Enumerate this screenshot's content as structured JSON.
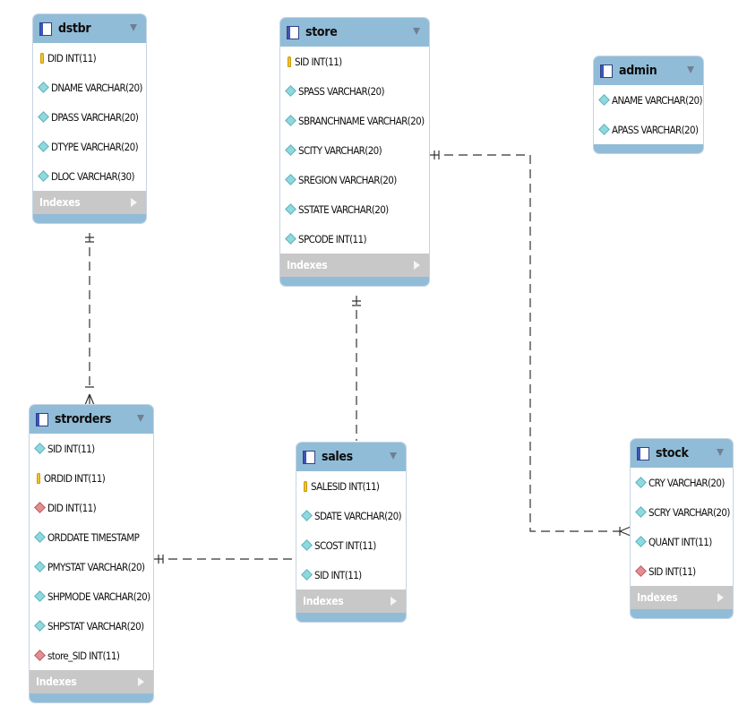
{
  "tables": {
    "dstbr": {
      "name": "dstbr",
      "columns": [
        {
          "icon": "primary-key-icon",
          "text": "DID INT(11)"
        },
        {
          "icon": "column-icon",
          "text": "DNAME VARCHAR(20)"
        },
        {
          "icon": "column-icon",
          "text": "DPASS VARCHAR(20)"
        },
        {
          "icon": "column-icon",
          "text": "DTYPE VARCHAR(20)"
        },
        {
          "icon": "column-icon",
          "text": "DLOC VARCHAR(30)"
        }
      ],
      "indexes_label": "Indexes"
    },
    "store": {
      "name": "store",
      "columns": [
        {
          "icon": "primary-key-icon",
          "text": "SID INT(11)"
        },
        {
          "icon": "column-icon",
          "text": "SPASS VARCHAR(20)"
        },
        {
          "icon": "column-icon",
          "text": "SBRANCHNAME VARCHAR(20)"
        },
        {
          "icon": "column-icon",
          "text": "SCITY VARCHAR(20)"
        },
        {
          "icon": "column-icon",
          "text": "SREGION VARCHAR(20)"
        },
        {
          "icon": "column-icon",
          "text": "SSTATE VARCHAR(20)"
        },
        {
          "icon": "column-icon",
          "text": "SPCODE INT(11)"
        }
      ],
      "indexes_label": "Indexes"
    },
    "admin": {
      "name": "admin",
      "columns": [
        {
          "icon": "column-icon",
          "text": "ANAME VARCHAR(20)"
        },
        {
          "icon": "column-icon",
          "text": "APASS VARCHAR(20)"
        }
      ]
    },
    "strorders": {
      "name": "strorders",
      "columns": [
        {
          "icon": "column-icon",
          "text": "SID INT(11)"
        },
        {
          "icon": "primary-key-icon",
          "text": "ORDID INT(11)"
        },
        {
          "icon": "foreign-key-icon",
          "text": "DID INT(11)"
        },
        {
          "icon": "column-icon",
          "text": "ORDDATE TIMESTAMP"
        },
        {
          "icon": "column-icon",
          "text": "PMYSTAT VARCHAR(20)"
        },
        {
          "icon": "column-icon",
          "text": "SHPMODE VARCHAR(20)"
        },
        {
          "icon": "column-icon",
          "text": "SHPSTAT VARCHAR(20)"
        },
        {
          "icon": "foreign-key-icon",
          "text": "store_SID INT(11)"
        }
      ],
      "indexes_label": "Indexes"
    },
    "sales": {
      "name": "sales",
      "columns": [
        {
          "icon": "primary-key-icon",
          "text": "SALESID INT(11)"
        },
        {
          "icon": "column-icon",
          "text": "SDATE VARCHAR(20)"
        },
        {
          "icon": "column-icon",
          "text": "SCOST INT(11)"
        },
        {
          "icon": "column-icon",
          "text": "SID INT(11)"
        }
      ],
      "indexes_label": "Indexes"
    },
    "stock": {
      "name": "stock",
      "columns": [
        {
          "icon": "column-icon",
          "text": "CRY VARCHAR(20)"
        },
        {
          "icon": "column-icon",
          "text": "SCRY VARCHAR(20)"
        },
        {
          "icon": "column-icon",
          "text": "QUANT INT(11)"
        },
        {
          "icon": "foreign-key-icon",
          "text": "SID INT(11)"
        }
      ],
      "indexes_label": "Indexes"
    }
  },
  "relationships": [
    {
      "from": "dstbr",
      "to": "strorders",
      "from_end": "one",
      "to_end": "many"
    },
    {
      "from": "store",
      "to": "sales",
      "from_end": "one",
      "to_end": "none"
    },
    {
      "from": "store",
      "to": "stock",
      "from_end": "one",
      "to_end": "many"
    },
    {
      "from": "strorders",
      "to": "sales",
      "from_end": "one",
      "to_end": "none"
    }
  ],
  "colors": {
    "header": "#91bcd8",
    "indexes_bar": "#c8c8c8",
    "connector": "#333333",
    "primary_key": "#f2c429",
    "column_diamond": "#8fd8de",
    "foreign_key_diamond": "#e38f91"
  }
}
